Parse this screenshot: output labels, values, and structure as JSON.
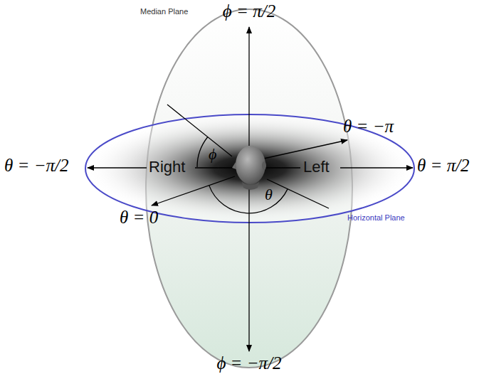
{
  "diagram": {
    "labels": [
      "ϕ = π/2",
      "Median Plane",
      "θ = −π",
      "θ = −π/2",
      "Right",
      "Left",
      "θ = π/2",
      "ϕ",
      "θ",
      "θ = 0",
      "Horizontal Plane",
      "ϕ = −π/2"
    ]
  }
}
